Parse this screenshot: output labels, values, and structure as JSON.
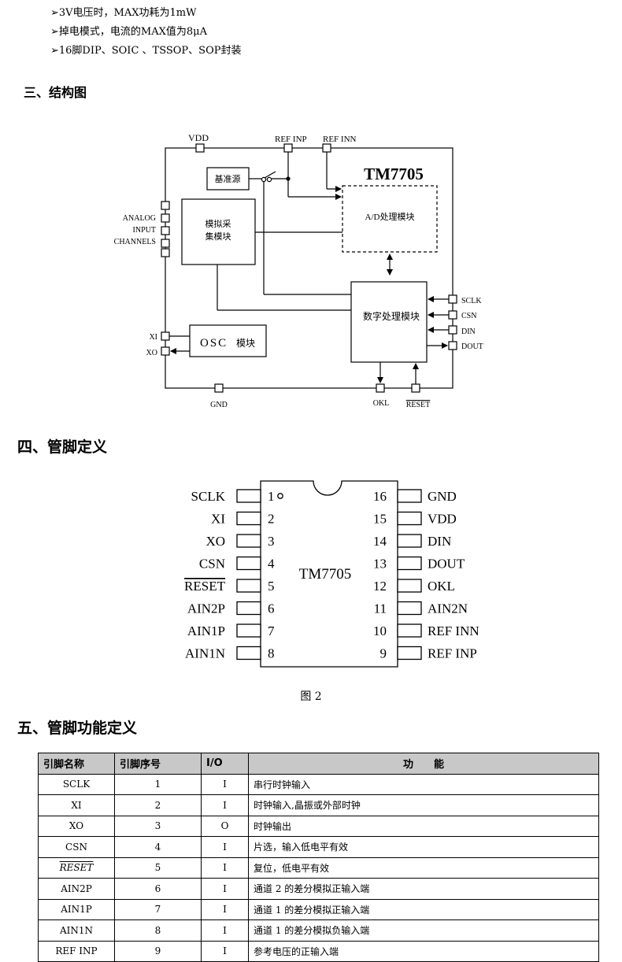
{
  "features": [
    "➢3V电压时，MAX功耗为1mW",
    "➢掉电模式，电流的MAX值为8μA",
    "➢16脚DIP、SOIC 、TSSOP、SOP封装"
  ],
  "section3_title": "三、结构图",
  "block_diagram": {
    "chip_name": "TM7705",
    "vdd": "VDD",
    "ref_inp": "REF INP",
    "ref_inn": "REF INN",
    "ref_block": "基准源",
    "analog_block_l1": "模拟采",
    "analog_block_l2": "集模块",
    "adc_block": "A/D处理模块",
    "digital_block": "数字处理模块",
    "osc_block": "OSC",
    "osc_block_suffix": "模块",
    "analog_l1": "ANALOG",
    "analog_l2": "INPUT",
    "analog_l3": "CHANNELS",
    "xi": "XI",
    "xo": "XO",
    "gnd": "GND",
    "okl": "OKL",
    "reset": "RESET",
    "sclk": "SCLK",
    "csn": "CSN",
    "din": "DIN",
    "dout": "DOUT"
  },
  "section4_title": "四、管脚定义",
  "pinout": {
    "chip_name": "TM7705",
    "left": [
      {
        "name": "SCLK",
        "num": "1"
      },
      {
        "name": "XI",
        "num": "2"
      },
      {
        "name": "XO",
        "num": "3"
      },
      {
        "name": "CSN",
        "num": "4"
      },
      {
        "name": "RESET",
        "num": "5"
      },
      {
        "name": "AIN2P",
        "num": "6"
      },
      {
        "name": "AIN1P",
        "num": "7"
      },
      {
        "name": "AIN1N",
        "num": "8"
      }
    ],
    "right": [
      {
        "name": "GND",
        "num": "16"
      },
      {
        "name": "VDD",
        "num": "15"
      },
      {
        "name": "DIN",
        "num": "14"
      },
      {
        "name": "DOUT",
        "num": "13"
      },
      {
        "name": "OKL",
        "num": "12"
      },
      {
        "name": "AIN2N",
        "num": "11"
      },
      {
        "name": "REF INN",
        "num": "10"
      },
      {
        "name": "REF INP",
        "num": "9"
      }
    ]
  },
  "figure_caption": "图 2",
  "section5_title": "五、管脚功能定义",
  "table": {
    "headers": [
      "引脚名称",
      "引脚序号",
      "I/O",
      "功　　能"
    ],
    "rows": [
      {
        "name": "SCLK",
        "num": "1",
        "io": "I",
        "func": "串行时钟输入"
      },
      {
        "name": "XI",
        "num": "2",
        "io": "I",
        "func": "时钟输入,晶振或外部时钟"
      },
      {
        "name": "XO",
        "num": "3",
        "io": "O",
        "func": "时钟输出"
      },
      {
        "name": "CSN",
        "num": "4",
        "io": "I",
        "func": "片选，输入低电平有效"
      },
      {
        "name": "RESET",
        "num": "5",
        "io": "I",
        "func": "复位，低电平有效"
      },
      {
        "name": "AIN2P",
        "num": "6",
        "io": "I",
        "func": "通道 2 的差分模拟正输入端"
      },
      {
        "name": "AIN1P",
        "num": "7",
        "io": "I",
        "func": "通道 1 的差分模拟正输入端"
      },
      {
        "name": "AIN1N",
        "num": "8",
        "io": "I",
        "func": "通道 1 的差分模拟负输入端"
      },
      {
        "name": "REF INP",
        "num": "9",
        "io": "I",
        "func": "参考电压的正输入端"
      }
    ]
  }
}
